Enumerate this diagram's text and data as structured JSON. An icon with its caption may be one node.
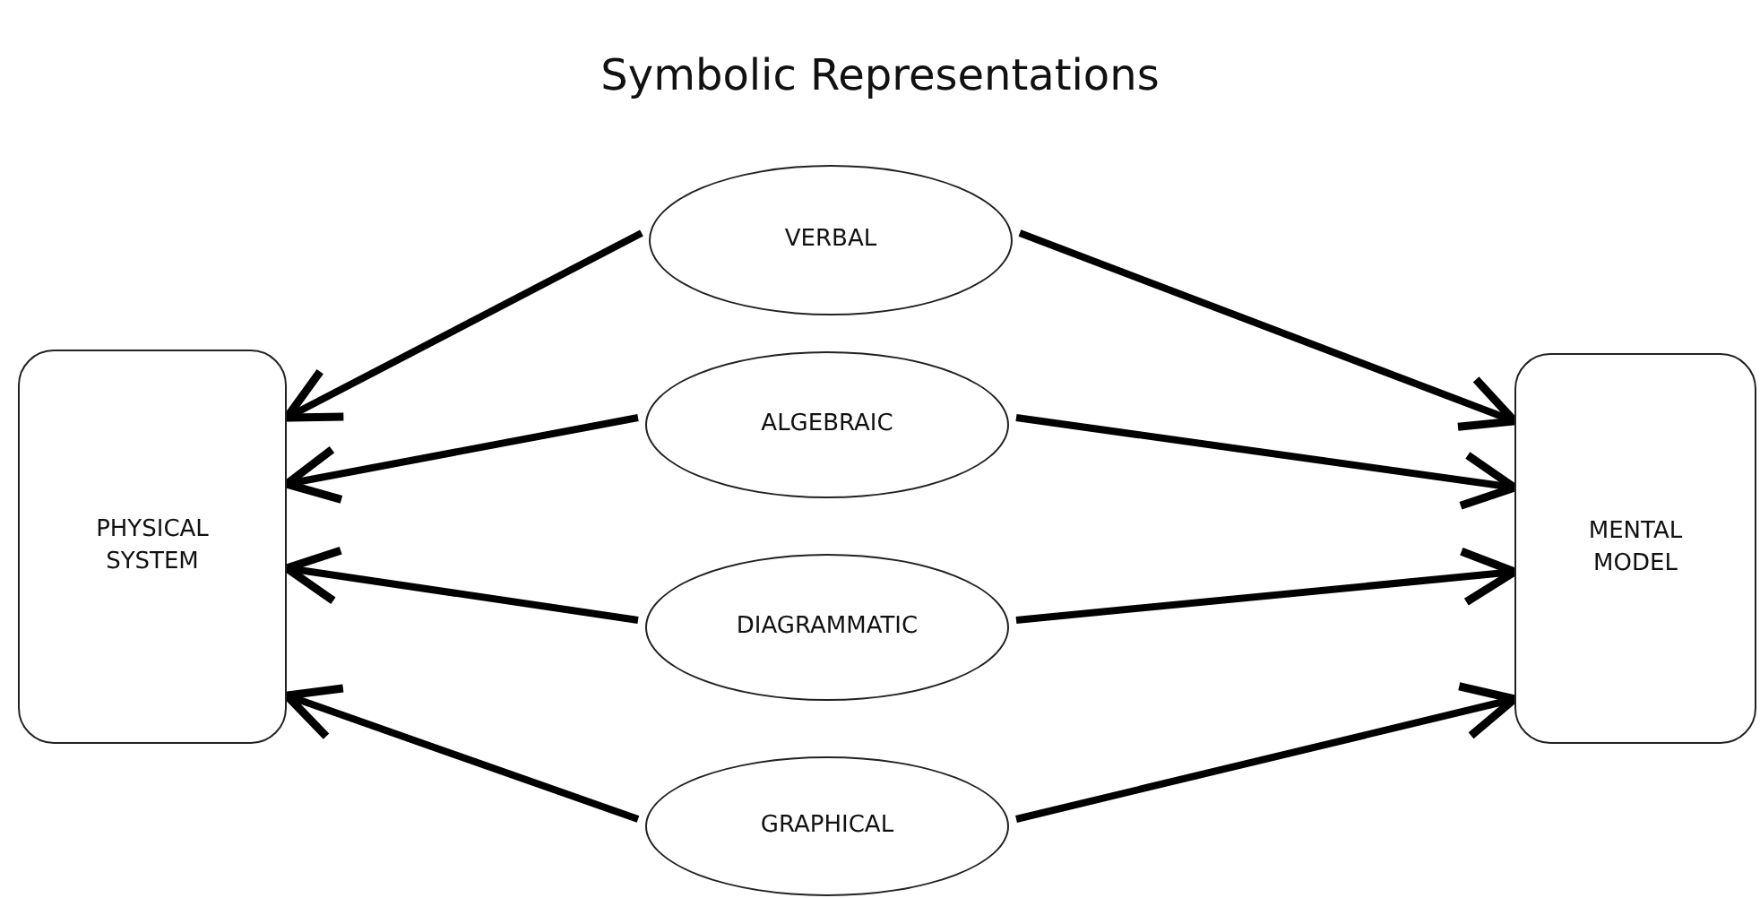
{
  "diagram": {
    "title": "Symbolic Representations",
    "nodes": [
      {
        "text": [
          "PHYSICAL SYSTEM"
        ]
      },
      {
        "text": [
          "VERBAL"
        ]
      },
      {
        "text": [
          "ALGEBRAIC"
        ]
      },
      {
        "text": [
          "DIAGRAMMATIC"
        ]
      },
      {
        "text": [
          "GRAPHICAL"
        ]
      },
      {
        "text": [
          "MENTAL MODEL"
        ]
      }
    ],
    "edges": [
      {
        "from": 1,
        "to": 0,
        "arrow": "to"
      },
      {
        "from": 1,
        "to": 5,
        "arrow": "to"
      },
      {
        "from": 2,
        "to": 0,
        "arrow": "to"
      },
      {
        "from": 2,
        "to": 5,
        "arrow": "to"
      },
      {
        "from": 3,
        "to": 0,
        "arrow": "to"
      },
      {
        "from": 3,
        "to": 5,
        "arrow": "to"
      },
      {
        "from": 4,
        "to": 0,
        "arrow": "to"
      },
      {
        "from": 4,
        "to": 5,
        "arrow": "to"
      }
    ]
  }
}
